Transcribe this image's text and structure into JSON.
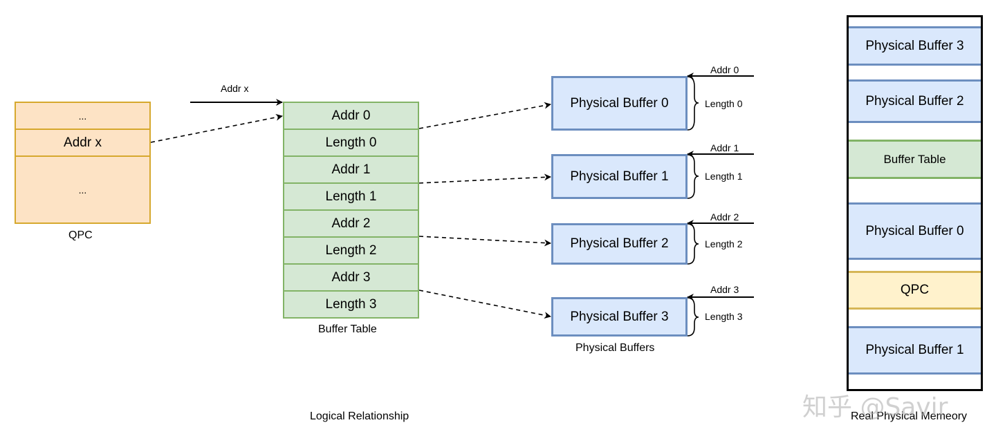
{
  "logical": {
    "caption": "Logical Relationship",
    "pointer_label": "Addr x",
    "qpc": {
      "caption": "QPC",
      "cells": [
        "...",
        "Addr x",
        "..."
      ]
    },
    "buffer_table": {
      "caption": "Buffer Table",
      "rows": [
        "Addr 0",
        "Length 0",
        "Addr 1",
        "Length 1",
        "Addr 2",
        "Length 2",
        "Addr 3",
        "Length 3"
      ]
    },
    "physical_buffers": {
      "caption": "Physical Buffers",
      "items": [
        {
          "name": "Physical Buffer 0",
          "addr": "Addr 0",
          "length": "Length 0"
        },
        {
          "name": "Physical Buffer 1",
          "addr": "Addr 1",
          "length": "Length 1"
        },
        {
          "name": "Physical Buffer 2",
          "addr": "Addr 2",
          "length": "Length 2"
        },
        {
          "name": "Physical Buffer 3",
          "addr": "Addr 3",
          "length": "Length 3"
        }
      ]
    }
  },
  "memory": {
    "caption": "Real Physical Memeory",
    "blocks": [
      "Physical Buffer 3",
      "Physical Buffer 2",
      "Buffer Table",
      "Physical Buffer 0",
      "QPC",
      "Physical Buffer 1"
    ]
  },
  "watermark": "知乎 @Savir",
  "colors": {
    "qpc_fill": "#fde3c5",
    "qpc_stroke": "#d6a82d",
    "table_fill": "#d5e8d4",
    "table_stroke": "#82b366",
    "buffer_fill": "#dae8fc",
    "buffer_stroke": "#6c8ebf",
    "qpc_mem_fill": "#fff2cc",
    "qpc_mem_stroke": "#d6b656"
  }
}
